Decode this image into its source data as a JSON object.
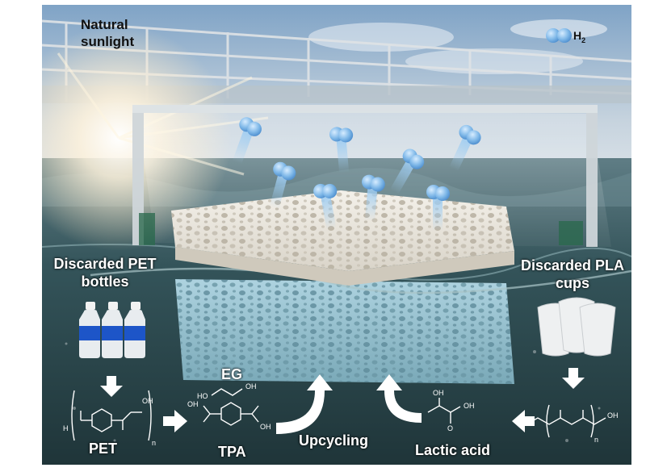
{
  "labels": {
    "sunlight": "Natural sunlight",
    "h2_symbol": "H",
    "h2_subscript": "2",
    "pet_source": "Discarded PET bottles",
    "pla_source": "Discarded PLA cups",
    "pet": "PET",
    "tpa": "TPA",
    "eg": "EG",
    "upcycling": "Upcycling",
    "lactic_acid": "Lactic acid"
  },
  "chem_text": {
    "oh": "OH",
    "ho": "HO",
    "h": "H",
    "o": "O",
    "n": "n"
  },
  "colors": {
    "sky_top": "#8fb0cf",
    "sky_bottom": "#dfe6ec",
    "water": "#2f4e52",
    "water_deep": "#213a3e",
    "foam": "#eeeae2",
    "foam_submerged": "#9fc8d8",
    "h2_molecule": "#8ec6ee",
    "bottle_cap": "#f2f2f2",
    "bottle_band": "#1d55c8",
    "arrow": "#ffffff"
  }
}
